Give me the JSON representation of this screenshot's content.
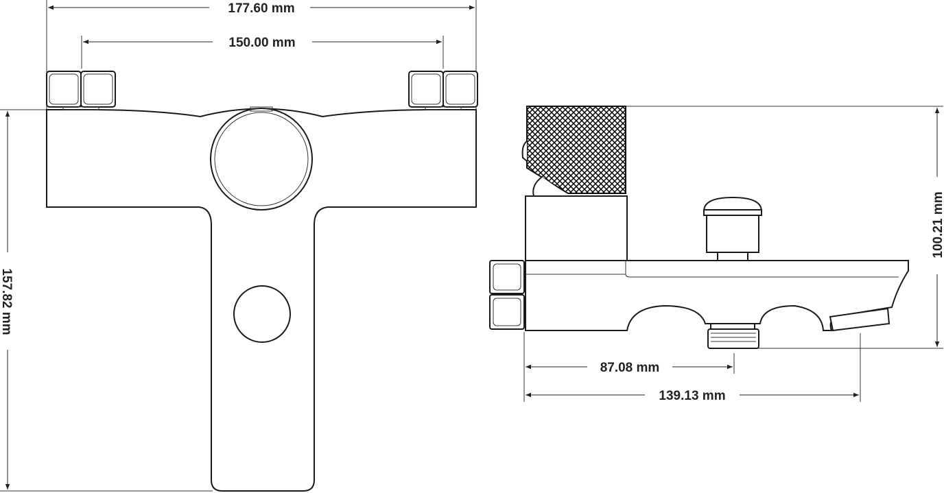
{
  "front_view": {
    "overall_width": "177.60 mm",
    "connector_spacing": "150.00 mm",
    "overall_height": "157.82 mm"
  },
  "side_view": {
    "height": "100.21 mm",
    "outlet_distance": "87.08 mm",
    "spout_length": "139.13 mm"
  },
  "colors": {
    "line": "#1a1a1a",
    "background": "#ffffff"
  }
}
